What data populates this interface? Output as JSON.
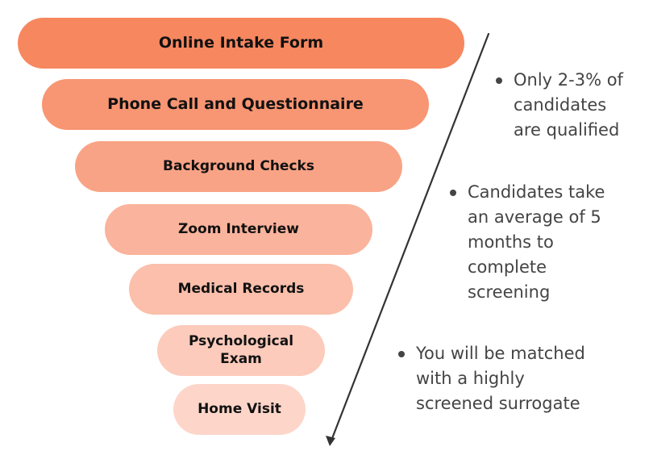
{
  "funnel": {
    "steps": [
      {
        "label": "Online Intake Form",
        "color": "#f7875f"
      },
      {
        "label": "Phone Call and Questionnaire",
        "color": "#f89573"
      },
      {
        "label": "Background Checks",
        "color": "#f9a386"
      },
      {
        "label": "Zoom Interview",
        "color": "#fab39c"
      },
      {
        "label": "Medical Records",
        "color": "#fbbfab"
      },
      {
        "label": "Psychological\nExam",
        "color": "#fccbbb"
      },
      {
        "label": "Home Visit",
        "color": "#fdd6c9"
      }
    ]
  },
  "notes": [
    {
      "text": "Only 2-3% of\ncandidates\nare qualified"
    },
    {
      "text": "Candidates take\nan average of 5\nmonths to\ncomplete\nscreening"
    },
    {
      "text": "You will be matched\nwith a highly\nscreened surrogate"
    }
  ],
  "colors": {
    "arrow": "#333333",
    "text": "#111111",
    "note_text": "#444444"
  }
}
